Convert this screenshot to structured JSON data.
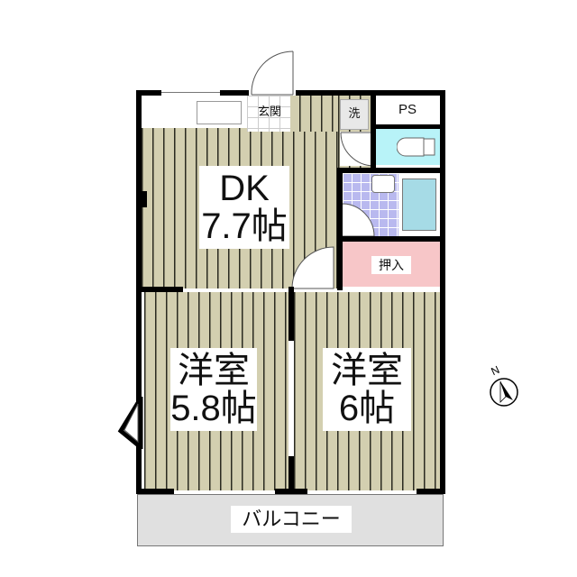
{
  "floorplan": {
    "rooms": {
      "dk": {
        "name": "DK",
        "size": "7.7帖"
      },
      "bedroom_left": {
        "name": "洋室",
        "size": "5.8帖"
      },
      "bedroom_right": {
        "name": "洋室",
        "size": "6帖"
      },
      "entrance": {
        "name": "玄関"
      },
      "laundry": {
        "name": "洗"
      },
      "pipe_space": {
        "name": "PS"
      },
      "closet": {
        "name": "押入"
      },
      "balcony": {
        "name": "バルコニー"
      }
    },
    "compass": {
      "label": "N"
    },
    "colors": {
      "floor": "#d3cfb0",
      "toilet": "#b8f3f8",
      "bath_tile": "#b9b9ef",
      "bathtub": "#a6dbe6",
      "closet": "#f7c6c8",
      "balcony": "#e0e0e0",
      "wall": "#000000"
    }
  }
}
